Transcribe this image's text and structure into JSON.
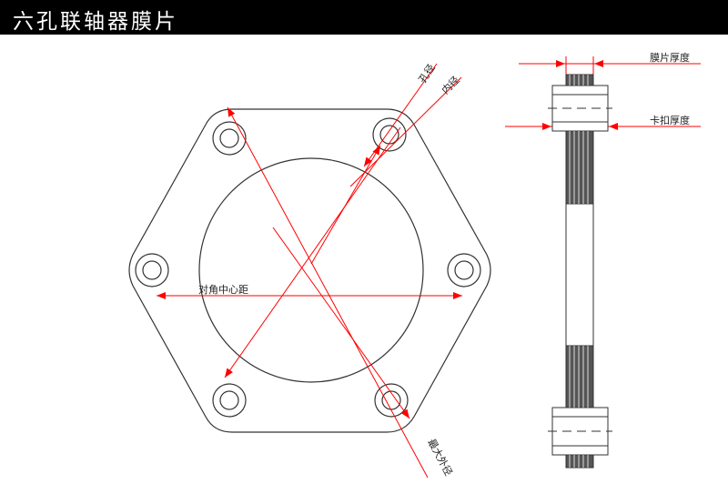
{
  "title": "六孔联轴器膜片",
  "labels": {
    "hole_diameter": "孔径",
    "inner_diameter": "内径",
    "max_outer_diameter": "最大外径",
    "diagonal_center_distance": "对角中心距",
    "diaphragm_thickness": "膜片厚度",
    "clip_thickness": "卡扣厚度"
  },
  "colors": {
    "dimension": "#ff0000",
    "outline": "#333333"
  }
}
